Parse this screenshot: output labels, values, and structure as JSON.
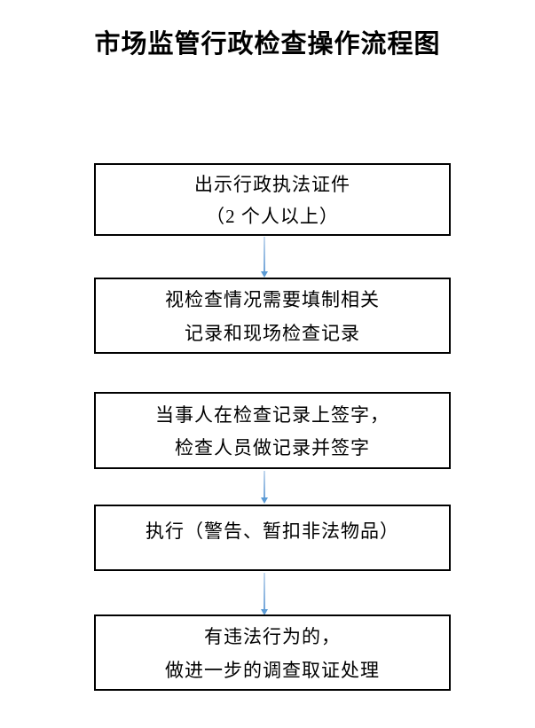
{
  "page": {
    "title": "市场监管行政检查操作流程图"
  },
  "flowchart": {
    "colors": {
      "box_border": "#000000",
      "arrow": "#6fa3d8",
      "text": "#000000",
      "background": "#ffffff"
    },
    "steps": [
      {
        "id": 1,
        "lines": [
          "出示行政执法证件",
          "（2 个人以上）"
        ],
        "arrow_to_next": true
      },
      {
        "id": 2,
        "lines": [
          "视检查情况需要填制相关",
          "记录和现场检查记录"
        ],
        "arrow_to_next": false
      },
      {
        "id": 3,
        "lines": [
          "当事人在检查记录上签字，",
          "检查人员做记录并签字"
        ],
        "arrow_to_next": true
      },
      {
        "id": 4,
        "lines": [
          "执行（警告、暂扣非法物品）"
        ],
        "arrow_to_next": true
      },
      {
        "id": 5,
        "lines": [
          "有违法行为的，",
          "做进一步的调查取证处理"
        ],
        "arrow_to_next": false
      }
    ]
  }
}
